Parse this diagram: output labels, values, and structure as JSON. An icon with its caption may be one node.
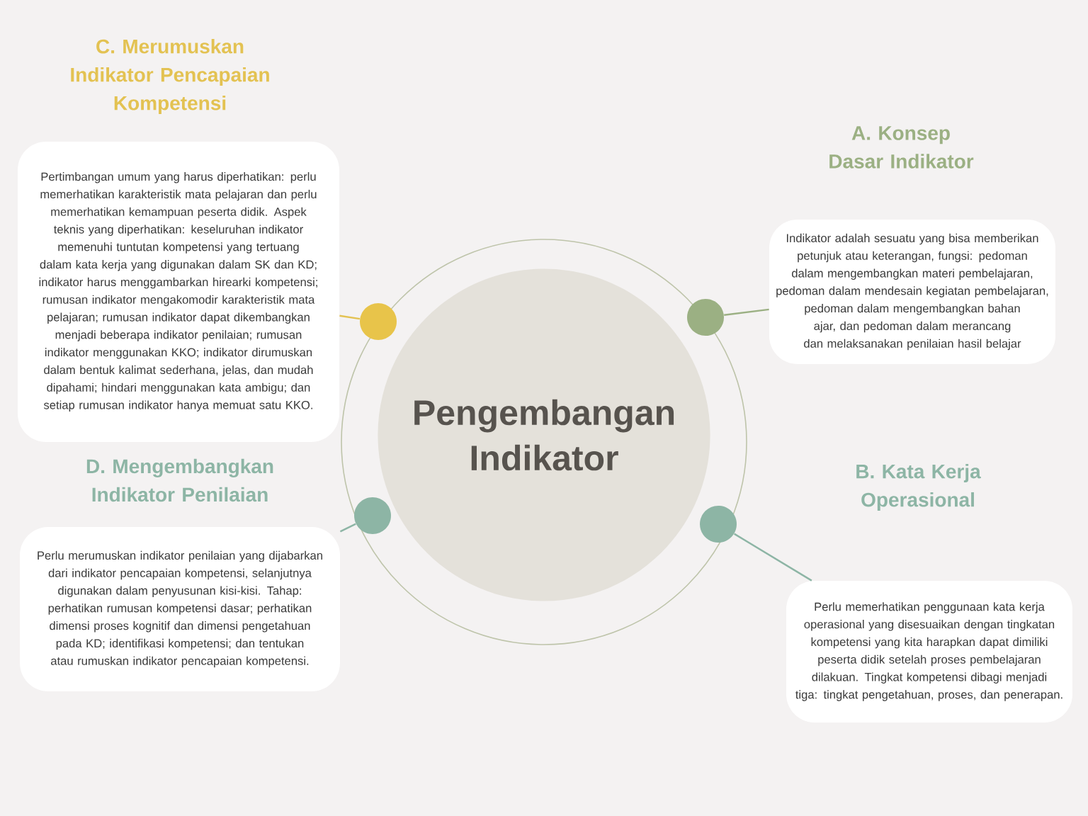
{
  "diagram": {
    "nodes": [
      {
        "text": [
          "Pengembangan Indikator"
        ]
      },
      {
        "text": [
          "C. Merumuskan Indikator Pencapaian Kompetensi",
          "Pertimbangan umum yang harus diperhatikan: perlu memerhatikan karakteristik mata pelajaran dan perlu memerhatikan kemampuan peserta didik. Aspek teknis yang diperhatikan: keseluruhan indikator memenuhi tuntutan kompetensi yang tertuang dalam kata kerja yang digunakan dalam SK dan KD; indikator harus menggambarkan hirearki kompetensi; rumusan indikator mengakomodir karakteristik mata pelajaran; rumusan indikator dapat dikembangkan menjadi beberapa indikator penilaian; rumusan indikator menggunakan KKO; indikator dirumuskan dalam bentuk kalimat sederhana, jelas, dan mudah dipahami; hindari menggunakan kata ambigu; dan setiap rumusan indikator hanya memuat satu KKO."
        ]
      },
      {
        "text": [],
        "shape": "circle"
      },
      {
        "text": [
          "A. Konsep Dasar Indikator",
          "Indikator adalah sesuatu yang bisa memberikan petunjuk atau keterangan, fungsi: pedoman dalam mengembangkan materi pembelajaran, pedoman dalam mendesain kegiatan pembelajaran, pedoman dalam mengembangkan bahan ajar, dan pedoman dalam merancang dan melaksanakan penilaian hasil belajar"
        ]
      },
      {
        "text": [],
        "shape": "circle"
      },
      {
        "text": [
          "D. Mengembangkan Indikator Penilaian",
          "Perlu merumuskan indikator penilaian yang dijabarkan dari indikator pencapaian kompetensi, selanjutnya digunakan dalam penyusunan kisi-kisi. Tahap: perhatikan rumusan kompetensi dasar; perhatikan dimensi proses kognitif dan dimensi pengetahuan pada KD; identifikasi kompetensi; dan tentukan atau rumuskan indikator pencapaian kompetensi."
        ]
      },
      {
        "text": [],
        "shape": "circle"
      },
      {
        "text": [
          "B. Kata Kerja Operasional",
          "Perlu memerhatikan penggunaan kata kerja operasional yang disesuaikan dengan tingkatan kompetensi yang kita harapkan dapat dimiliki peserta didik setelah proses pembelajaran dilakuan. Tingkat kompetensi dibagi menjadi tiga: tingkat pengetahuan, proses, dan penerapan."
        ]
      },
      {
        "text": [],
        "shape": "circle"
      }
    ],
    "edges": [
      {
        "from": 2,
        "to": 1,
        "arrow": "none",
        "color": "#e3c252"
      },
      {
        "from": 4,
        "to": 3,
        "arrow": "none",
        "color": "#9bb083"
      },
      {
        "from": 6,
        "to": 5,
        "arrow": "none",
        "color": "#8db5a5"
      },
      {
        "from": 8,
        "to": 7,
        "arrow": "none",
        "color": "#8db5a5"
      }
    ]
  }
}
